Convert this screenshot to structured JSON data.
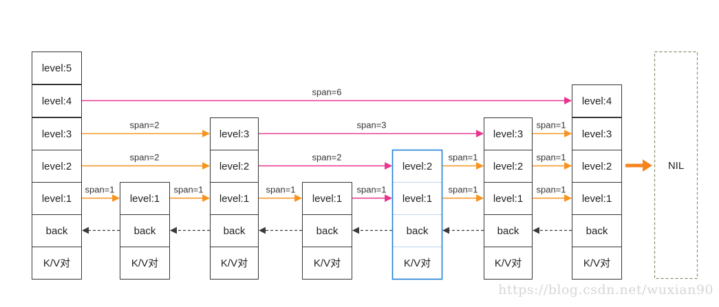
{
  "nodes": [
    {
      "id": "head",
      "cells": [
        "level:5",
        "level:4",
        "level:3",
        "level:2",
        "level:1",
        "back",
        "K/V对"
      ]
    },
    {
      "id": "n1",
      "cells": [
        "level:1",
        "back",
        "K/V对"
      ]
    },
    {
      "id": "n2",
      "cells": [
        "level:3",
        "level:2",
        "level:1",
        "back",
        "K/V对"
      ]
    },
    {
      "id": "n3",
      "cells": [
        "level:1",
        "back",
        "K/V对"
      ]
    },
    {
      "id": "n4",
      "cells": [
        "level:2",
        "level:1",
        "back",
        "K/V对"
      ]
    },
    {
      "id": "n5",
      "cells": [
        "level:3",
        "level:2",
        "level:1",
        "back",
        "K/V对"
      ]
    },
    {
      "id": "n6",
      "cells": [
        "level:4",
        "level:3",
        "level:2",
        "level:1",
        "back",
        "K/V对"
      ]
    }
  ],
  "nil_label": "NIL",
  "span_labels": {
    "head_l4": "span=6",
    "head_l3": "span=2",
    "head_l2": "span=2",
    "head_l1": "span=1",
    "n1_l1": "span=1",
    "n2_l3": "span=3",
    "n2_l2": "span=2",
    "n2_l1": "span=1",
    "n3_l1": "span=1",
    "n4_l2": "span=1",
    "n4_l1": "span=1",
    "n5_l3": "span=1",
    "n5_l2": "span=1",
    "n5_l1": "span=1"
  },
  "colors": {
    "pink_link": "#e8348f",
    "orange_link": "#f7931e",
    "back_link": "#3a3a3a",
    "highlight_border": "#1f7fd6",
    "nil_border": "#8a8a6a",
    "nil_arrow": "#f7831e"
  },
  "watermark": "https://blog.csdn.net/wuxian90"
}
